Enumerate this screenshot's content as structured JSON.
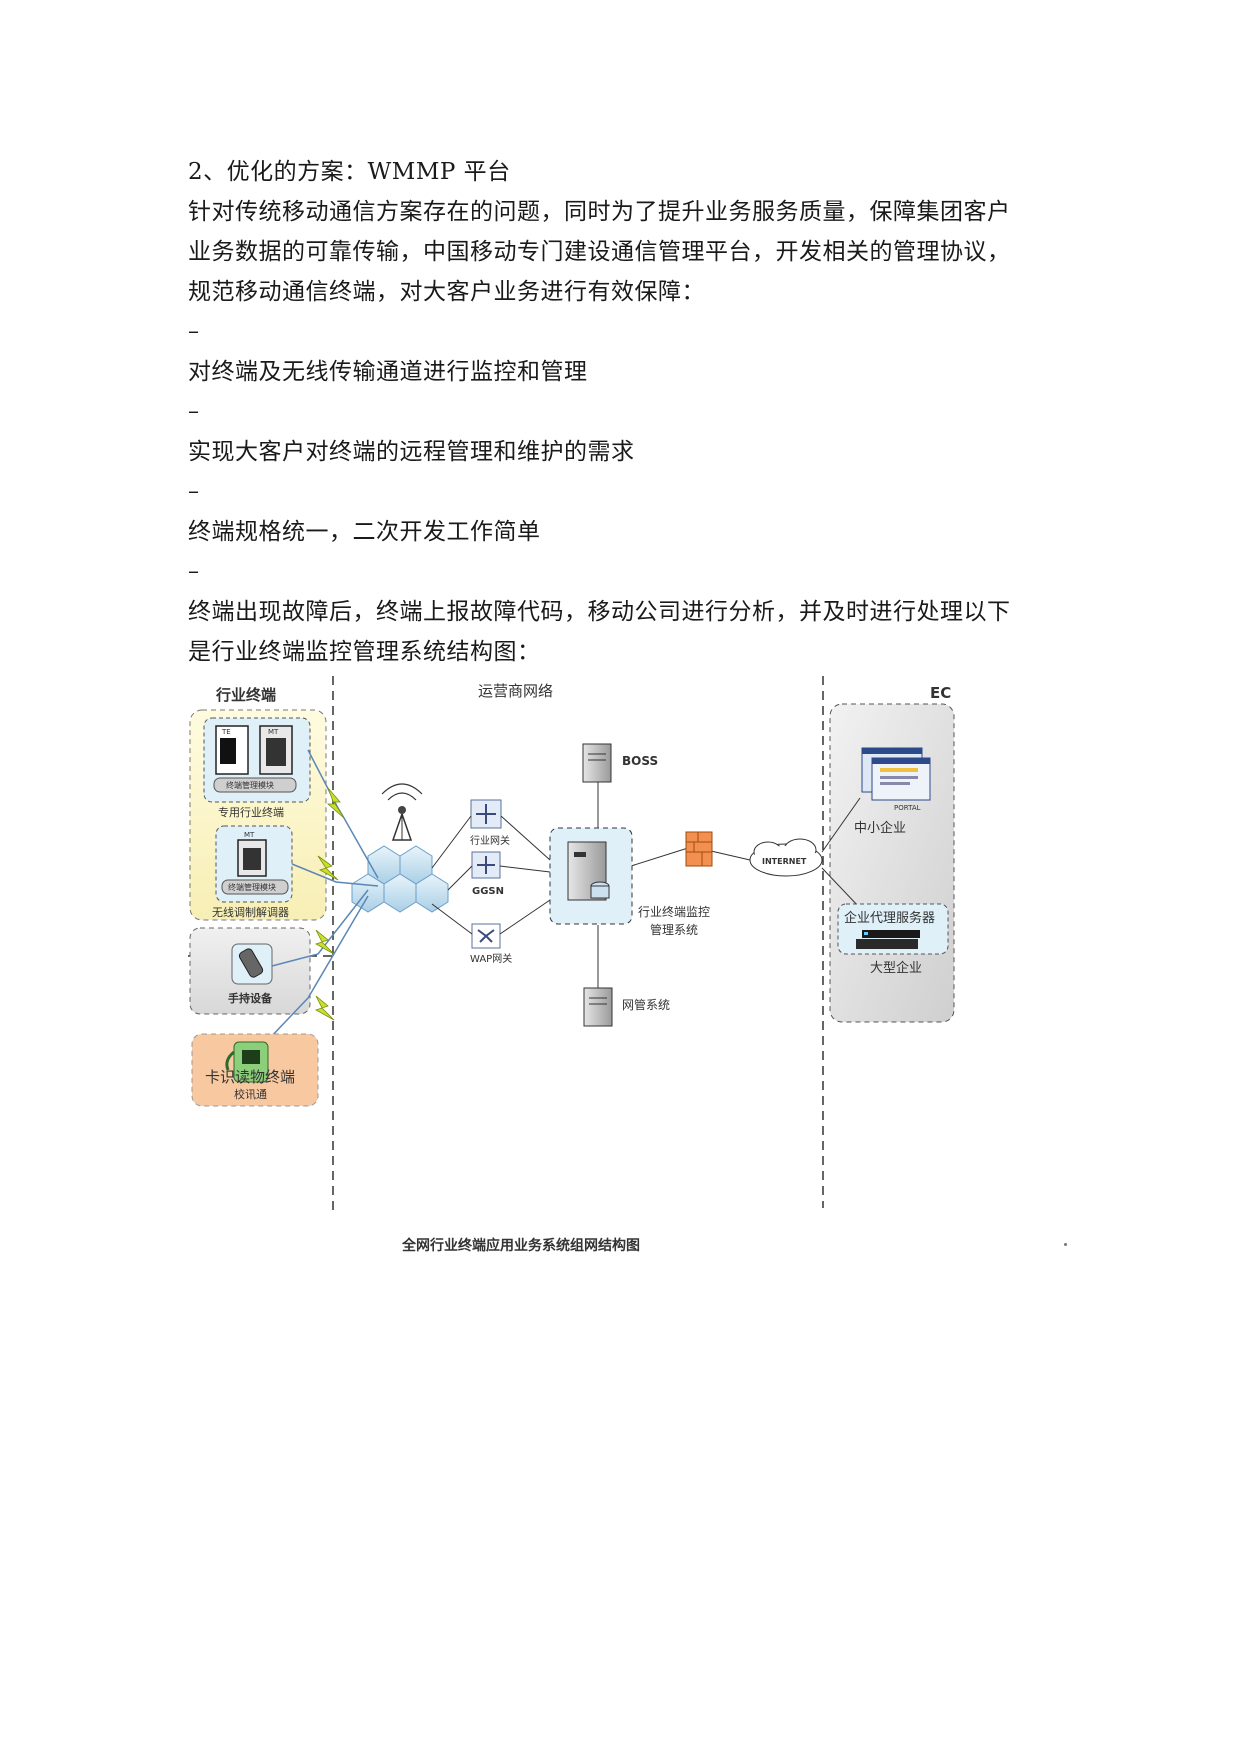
{
  "document": {
    "heading": "2、优化的方案：WMMP 平台",
    "intro": [
      "针对传统移动通信方案存在的问题，同时为了提升业务服务质量，保障集团客户",
      "业务数据的可靠传输，中国移动专门建设通信管理平台，开发相关的管理协议，",
      "规范移动通信终端，对大客户业务进行有效保障："
    ],
    "bullets": [
      {
        "marker": "–",
        "text": "对终端及无线传输通道进行监控和管理"
      },
      {
        "marker": "–",
        "text": "实现大客户对终端的远程管理和维护的需求"
      },
      {
        "marker": "–",
        "text": "终端规格统一，二次开发工作简单"
      },
      {
        "marker": "–",
        "text": "终端出现故障后，终端上报故障代码，移动公司进行分析，并及时进行处理以下"
      }
    ],
    "closing": "是行业终端监控管理系统结构图："
  },
  "diagram": {
    "sections": {
      "left": "行业终端",
      "middle": "运营商网络",
      "right": "EC"
    },
    "terminals": {
      "dedicated_te": "TE",
      "dedicated_mt": "MT",
      "dedicated_module": "终端管理模块",
      "dedicated_label": "专用行业终端",
      "modem_mt": "MT",
      "modem_module": "终端管理模块",
      "modem_label": "无线调制解调器",
      "handheld_label": "手持设备",
      "phone_label": "校讯通",
      "card_label": "卡识读物终端"
    },
    "network": {
      "gateway": "行业网关",
      "ggsn": "GGSN",
      "wap": "WAP网关",
      "boss": "BOSS",
      "nms": "网管系统",
      "monitor_line1": "行业终端监控",
      "monitor_line2": "管理系统",
      "internet": "INTERNET"
    },
    "ec": {
      "portal": "PORTAL",
      "sme": "中小企业",
      "proxy": "企业代理服务器",
      "large": "大型企业"
    },
    "caption": "全网行业终端应用业务系统组网结构图"
  }
}
